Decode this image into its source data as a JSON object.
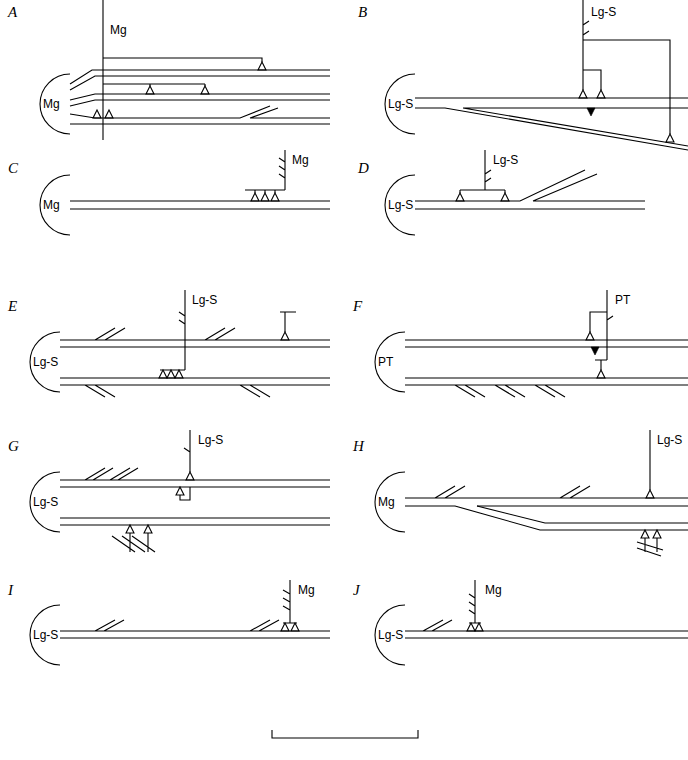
{
  "diagram": {
    "labels": [
      "A",
      "Mg",
      "Mg",
      "B",
      "Lg-S",
      "Lg-S",
      "C",
      "Mg",
      "Mg",
      "D",
      "Lg-S",
      "Lg-S",
      "E",
      "Lg-S",
      "Lg-S",
      "F",
      "PT",
      "PT",
      "G",
      "Lg-S",
      "Lg-S",
      "H",
      "Lg-S",
      "Mg",
      "I",
      "Mg",
      "Lg-S",
      "J",
      "Mg",
      "Lg-S"
    ]
  }
}
